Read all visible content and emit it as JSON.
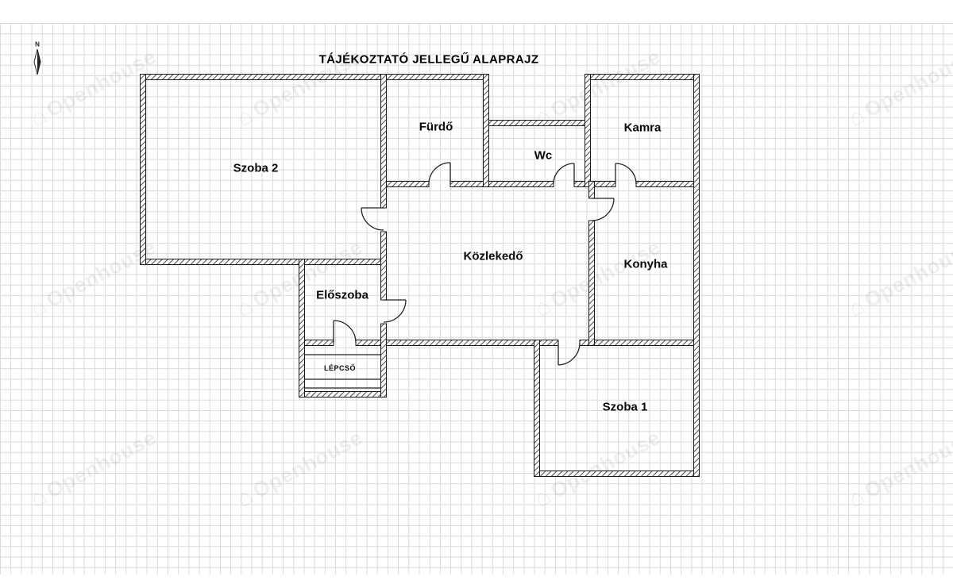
{
  "title": "TÁJÉKOZTATÓ JELLEGŰ ALAPRAJZ",
  "compass": {
    "label": "N"
  },
  "watermark": {
    "text": "Openhouse"
  },
  "rooms": [
    {
      "id": "szoba2",
      "label": "Szoba 2"
    },
    {
      "id": "furdo",
      "label": "Fürdő"
    },
    {
      "id": "wc",
      "label": "Wc"
    },
    {
      "id": "kamra",
      "label": "Kamra"
    },
    {
      "id": "kozlekedo",
      "label": "Közlekedő"
    },
    {
      "id": "konyha",
      "label": "Konyha"
    },
    {
      "id": "eloszoba",
      "label": "Előszoba"
    },
    {
      "id": "lepcso",
      "label": "LÉPCSŐ"
    },
    {
      "id": "szoba1",
      "label": "Szoba 1"
    }
  ]
}
